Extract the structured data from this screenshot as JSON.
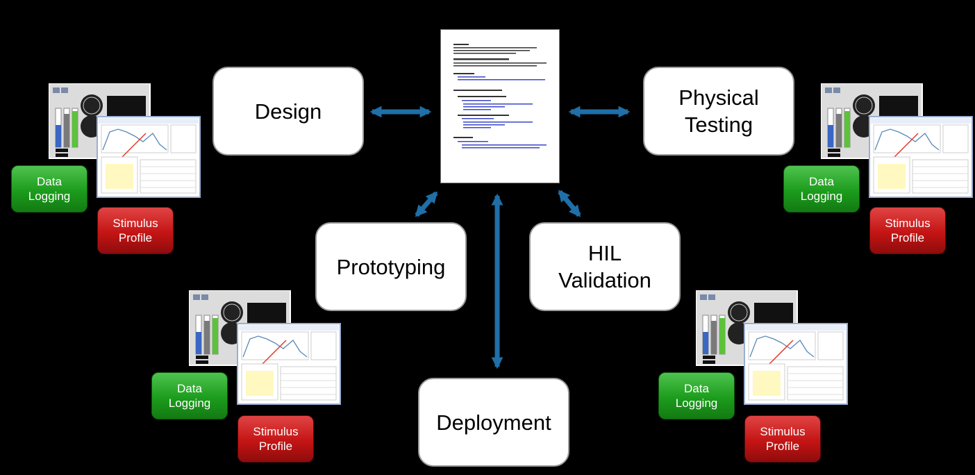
{
  "stages": {
    "design": "Design",
    "physical_testing": "Physical\nTesting",
    "prototyping": "Prototyping",
    "hil_validation": "HIL\nValidation",
    "deployment": "Deployment"
  },
  "buttons": {
    "data_logging": "Data\nLogging",
    "stimulus_profile": "Stimulus\nProfile"
  },
  "colors": {
    "background": "#000000",
    "arrow": "#1f6fa8",
    "data_logging": "#1c9c1c",
    "stimulus_profile": "#c41414"
  }
}
